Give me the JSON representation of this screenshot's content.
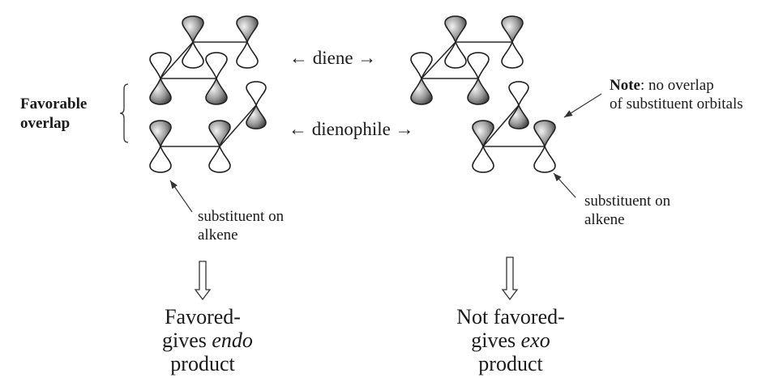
{
  "figure": {
    "subject": "Endo vs exo orbital overlap in Diels-Alder reaction",
    "labels": {
      "favorable_overlap": [
        "Favorable",
        "overlap"
      ],
      "diene": "← diene →",
      "dienophile": "← dienophile →",
      "note_bold": "Note",
      "note_rest": ":  no overlap",
      "note_line2": "of substituent orbitals",
      "substituent_left": [
        "substituent on",
        "alkene"
      ],
      "substituent_right": [
        "substituent on",
        "alkene"
      ]
    },
    "results": {
      "left": {
        "line1": "Favored-",
        "line2_prefix": "gives ",
        "line2_italic": "endo",
        "line3": "product"
      },
      "right": {
        "line1": "Not favored-",
        "line2_prefix": "gives ",
        "line2_italic": "exo",
        "line3": "product"
      }
    },
    "colors": {
      "ink": "#1a1a1a",
      "lobe_shade": "#5a5a5a",
      "background": "#ffffff"
    }
  }
}
